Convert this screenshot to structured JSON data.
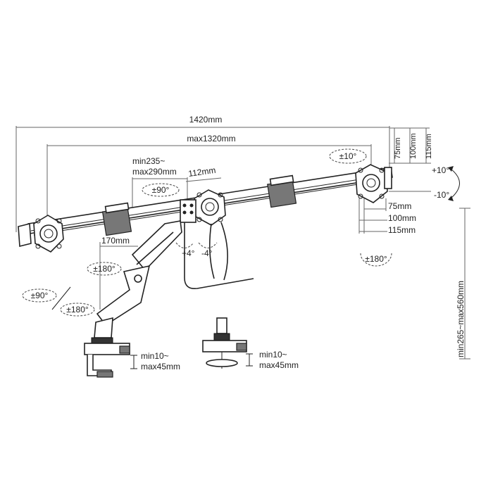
{
  "dimensions": {
    "overall_width": "1420mm",
    "max_span": "max1320mm",
    "center_offset_line1": "min235~",
    "center_offset_line2": "max290mm",
    "joint_offset": "112mm",
    "arm_segment": "170mm",
    "vesa_right_75": "75mm",
    "vesa_right_100": "100mm",
    "vesa_right_115": "115mm",
    "vesa_bottom_75": "75mm",
    "vesa_bottom_100": "100mm",
    "vesa_bottom_115": "115mm",
    "height_range": "min265~max560mm",
    "clamp_thickness_line1": "min10~",
    "clamp_thickness_line2": "max45mm",
    "grommet_thickness_line1": "min10~",
    "grommet_thickness_line2": "max45mm"
  },
  "angles": {
    "rotate_center": "±90°",
    "tilt_right": "±10°",
    "tilt_up": "+10°",
    "tilt_down": "-10°",
    "swivel_right": "±180°",
    "arm_swivel": "±180°",
    "base_rotate": "±90°",
    "base_swivel": "±180°",
    "tilt_plus": "+4°",
    "tilt_minus": "-4°"
  }
}
